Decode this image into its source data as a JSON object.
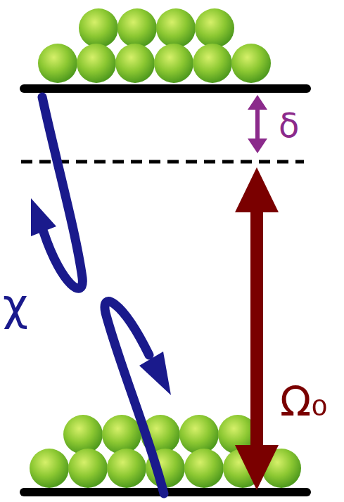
{
  "diagram": {
    "labels": [
      "δ",
      "χ",
      "Ω₀"
    ]
  }
}
